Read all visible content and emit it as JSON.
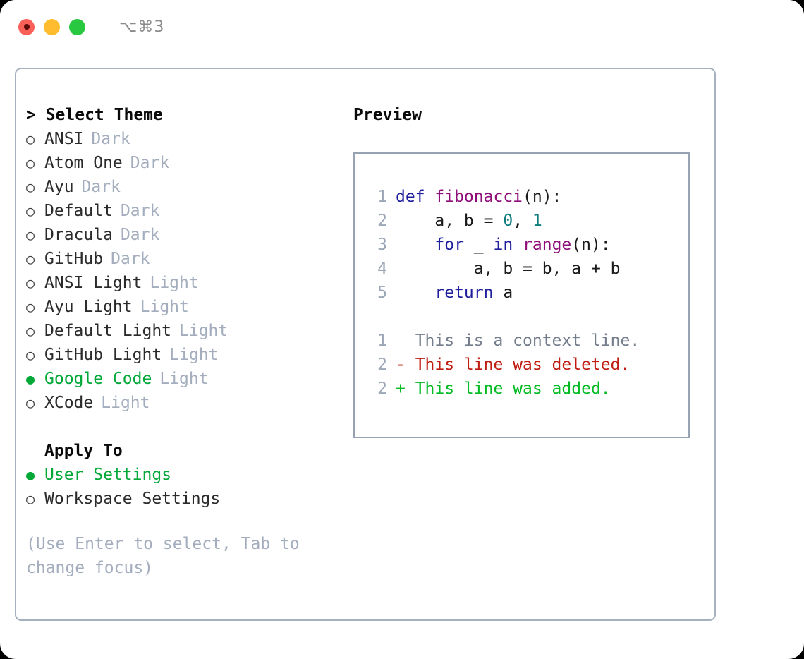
{
  "titlebar": {
    "traffic_lights": [
      "close",
      "minimize",
      "maximize"
    ],
    "shortcut": "⌥⌘3"
  },
  "theme_list": {
    "header": "> Select Theme",
    "items": [
      {
        "marker": "○",
        "label": "ANSI",
        "badge": "Dark",
        "selected": false
      },
      {
        "marker": "○",
        "label": "Atom One",
        "badge": "Dark",
        "selected": false
      },
      {
        "marker": "○",
        "label": "Ayu",
        "badge": "Dark",
        "selected": false
      },
      {
        "marker": "○",
        "label": "Default",
        "badge": "Dark",
        "selected": false
      },
      {
        "marker": "○",
        "label": "Dracula",
        "badge": "Dark",
        "selected": false
      },
      {
        "marker": "○",
        "label": "GitHub",
        "badge": "Dark",
        "selected": false
      },
      {
        "marker": "○",
        "label": "ANSI Light",
        "badge": "Light",
        "selected": false
      },
      {
        "marker": "○",
        "label": "Ayu Light",
        "badge": "Light",
        "selected": false
      },
      {
        "marker": "○",
        "label": "Default Light",
        "badge": "Light",
        "selected": false
      },
      {
        "marker": "○",
        "label": "GitHub Light",
        "badge": "Light",
        "selected": false
      },
      {
        "marker": "●",
        "label": "Google Code",
        "badge": "Light",
        "selected": true
      },
      {
        "marker": "○",
        "label": "XCode",
        "badge": "Light",
        "selected": false
      }
    ]
  },
  "apply_to": {
    "header": "Apply To",
    "items": [
      {
        "marker": "●",
        "label": "User Settings",
        "selected": true
      },
      {
        "marker": "○",
        "label": "Workspace Settings",
        "selected": false
      }
    ]
  },
  "hint": "(Use Enter to select, Tab to change focus)",
  "preview": {
    "title": "Preview",
    "code_lines": [
      {
        "no": "1",
        "tokens": [
          {
            "t": "def ",
            "c": "kw"
          },
          {
            "t": "fibonacci",
            "c": "fn"
          },
          {
            "t": "(n):",
            "c": "pln"
          }
        ]
      },
      {
        "no": "2",
        "tokens": [
          {
            "t": "    a, b = ",
            "c": "pln"
          },
          {
            "t": "0",
            "c": "num"
          },
          {
            "t": ", ",
            "c": "pln"
          },
          {
            "t": "1",
            "c": "num"
          }
        ]
      },
      {
        "no": "3",
        "tokens": [
          {
            "t": "    ",
            "c": "pln"
          },
          {
            "t": "for",
            "c": "kw"
          },
          {
            "t": " _ ",
            "c": "pln"
          },
          {
            "t": "in",
            "c": "kw"
          },
          {
            "t": " ",
            "c": "pln"
          },
          {
            "t": "range",
            "c": "fn"
          },
          {
            "t": "(n):",
            "c": "pln"
          }
        ]
      },
      {
        "no": "4",
        "tokens": [
          {
            "t": "        a, b = b, a + b",
            "c": "pln"
          }
        ]
      },
      {
        "no": "5",
        "tokens": [
          {
            "t": "    ",
            "c": "pln"
          },
          {
            "t": "return",
            "c": "kw"
          },
          {
            "t": " a",
            "c": "pln"
          }
        ]
      }
    ],
    "diff_lines": [
      {
        "no": "1",
        "text": "  This is a context line.",
        "kind": "ctx"
      },
      {
        "no": "2",
        "text": "- This line was deleted.",
        "kind": "del"
      },
      {
        "no": "2",
        "text": "+ This line was added.",
        "kind": "add"
      }
    ]
  },
  "colors": {
    "accent_green": "#00a838",
    "badge_gray": "#a3adbd",
    "border": "#a6b0bf",
    "preview_border": "#97a2b3",
    "keyword": "#1f1f9e",
    "function": "#8f0f7a",
    "number": "#0e7c7b",
    "diff_context": "#737d8c",
    "diff_deleted": "#c01c12",
    "diff_added": "#00bb22",
    "traffic_red": "#fb6058",
    "traffic_yellow": "#febc2e",
    "traffic_green": "#28c840"
  }
}
